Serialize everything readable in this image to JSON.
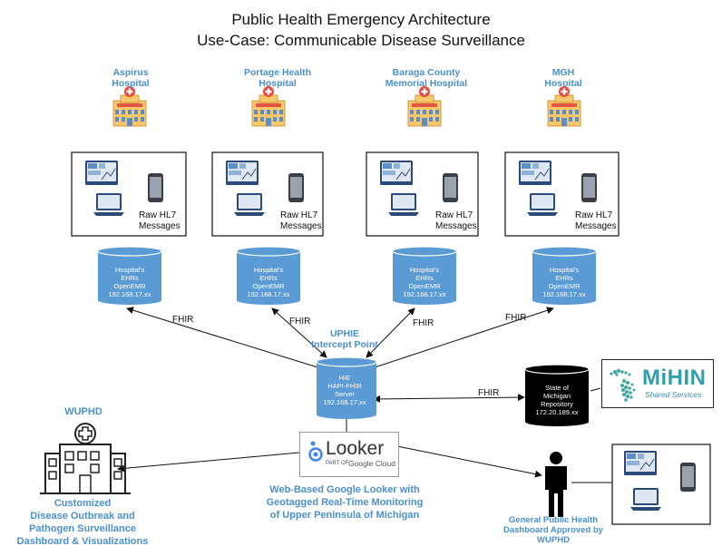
{
  "title_line1": "Public Health Emergency Architecture",
  "title_line2": "Use-Case: Communicable Disease Surveillance",
  "hospitals": [
    {
      "name": "Aspirus\nHospital",
      "raw": "Raw HL7\nMessages",
      "db": "Hospital's\nEHRs\nOpenEMR\n192.168.17.xx"
    },
    {
      "name": "Portage Health\nHospital",
      "raw": "Raw HL7\nMessages",
      "db": "Hospital's\nEHRs\nOpenEMR\n192.168.17.xx"
    },
    {
      "name": "Baraga County\nMemorial Hospital",
      "raw": "Raw HL7\nMessages",
      "db": "Hospital's\nEHRs\nOpenEMR\n192.168.17.xx"
    },
    {
      "name": "MGH\nHospital",
      "raw": "Raw HL7\nMessages",
      "db": "Hospital's\nEHRs\nOpenEMR\n192.168.17.xx"
    }
  ],
  "fhir_label": "FHIR",
  "uphie_label": "UPHIE\nIntercept Point",
  "hie_server": "HIE\nHAPI-FHIR\nServer\n192.168.17.xx",
  "state_repo": "State of\nMichigan\nRepository\n172.20.189.xx",
  "mihin": {
    "name": "MiHIN",
    "sub": "Shared Services"
  },
  "looker": {
    "name": "Looker",
    "sub1": "PART OF",
    "sub2": "Google Cloud"
  },
  "looker_caption": "Web-Based Google Looker with\nGeotagged Real-Time Monitoring\nof Upper Peninsula of Michigan",
  "wuphd_label": "WUPHD",
  "wuphd_caption": "Customized\nDisease Outbreak and\nPathogen Surveillance\nDashboard & Visualizations",
  "public_caption": "General Public Health\nDashboard Approved by\nWUPHD",
  "colors": {
    "accent_blue": "#4a90d0",
    "cylinder": "#5b9bd5",
    "black": "#000000"
  }
}
